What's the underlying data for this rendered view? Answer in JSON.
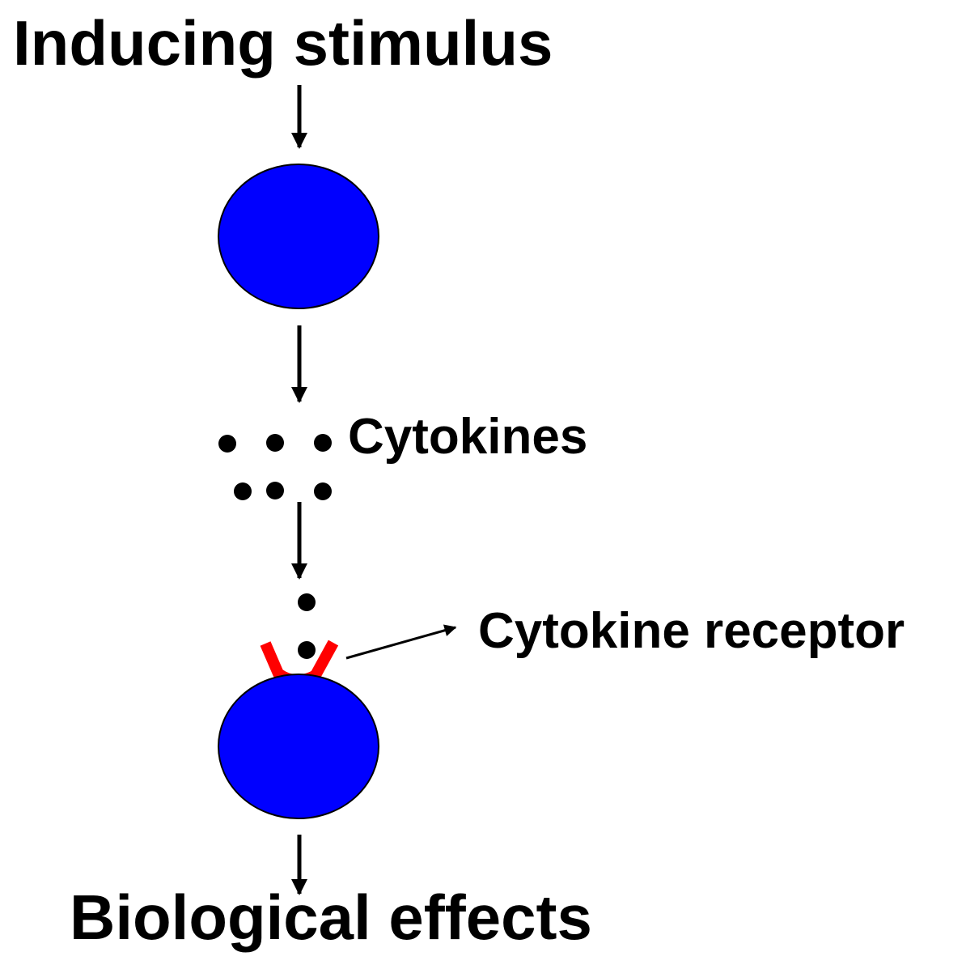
{
  "labels": {
    "top": "Inducing stimulus",
    "cytokines": "Cytokines",
    "receptor": "Cytokine receptor",
    "bottom": "Biological effects"
  },
  "colors": {
    "cell_fill": "#0000ff",
    "cell_outline": "#000000",
    "receptor": "#ff0000",
    "arrow": "#000000",
    "dot": "#000000",
    "text": "#000000",
    "background": "#ffffff"
  }
}
